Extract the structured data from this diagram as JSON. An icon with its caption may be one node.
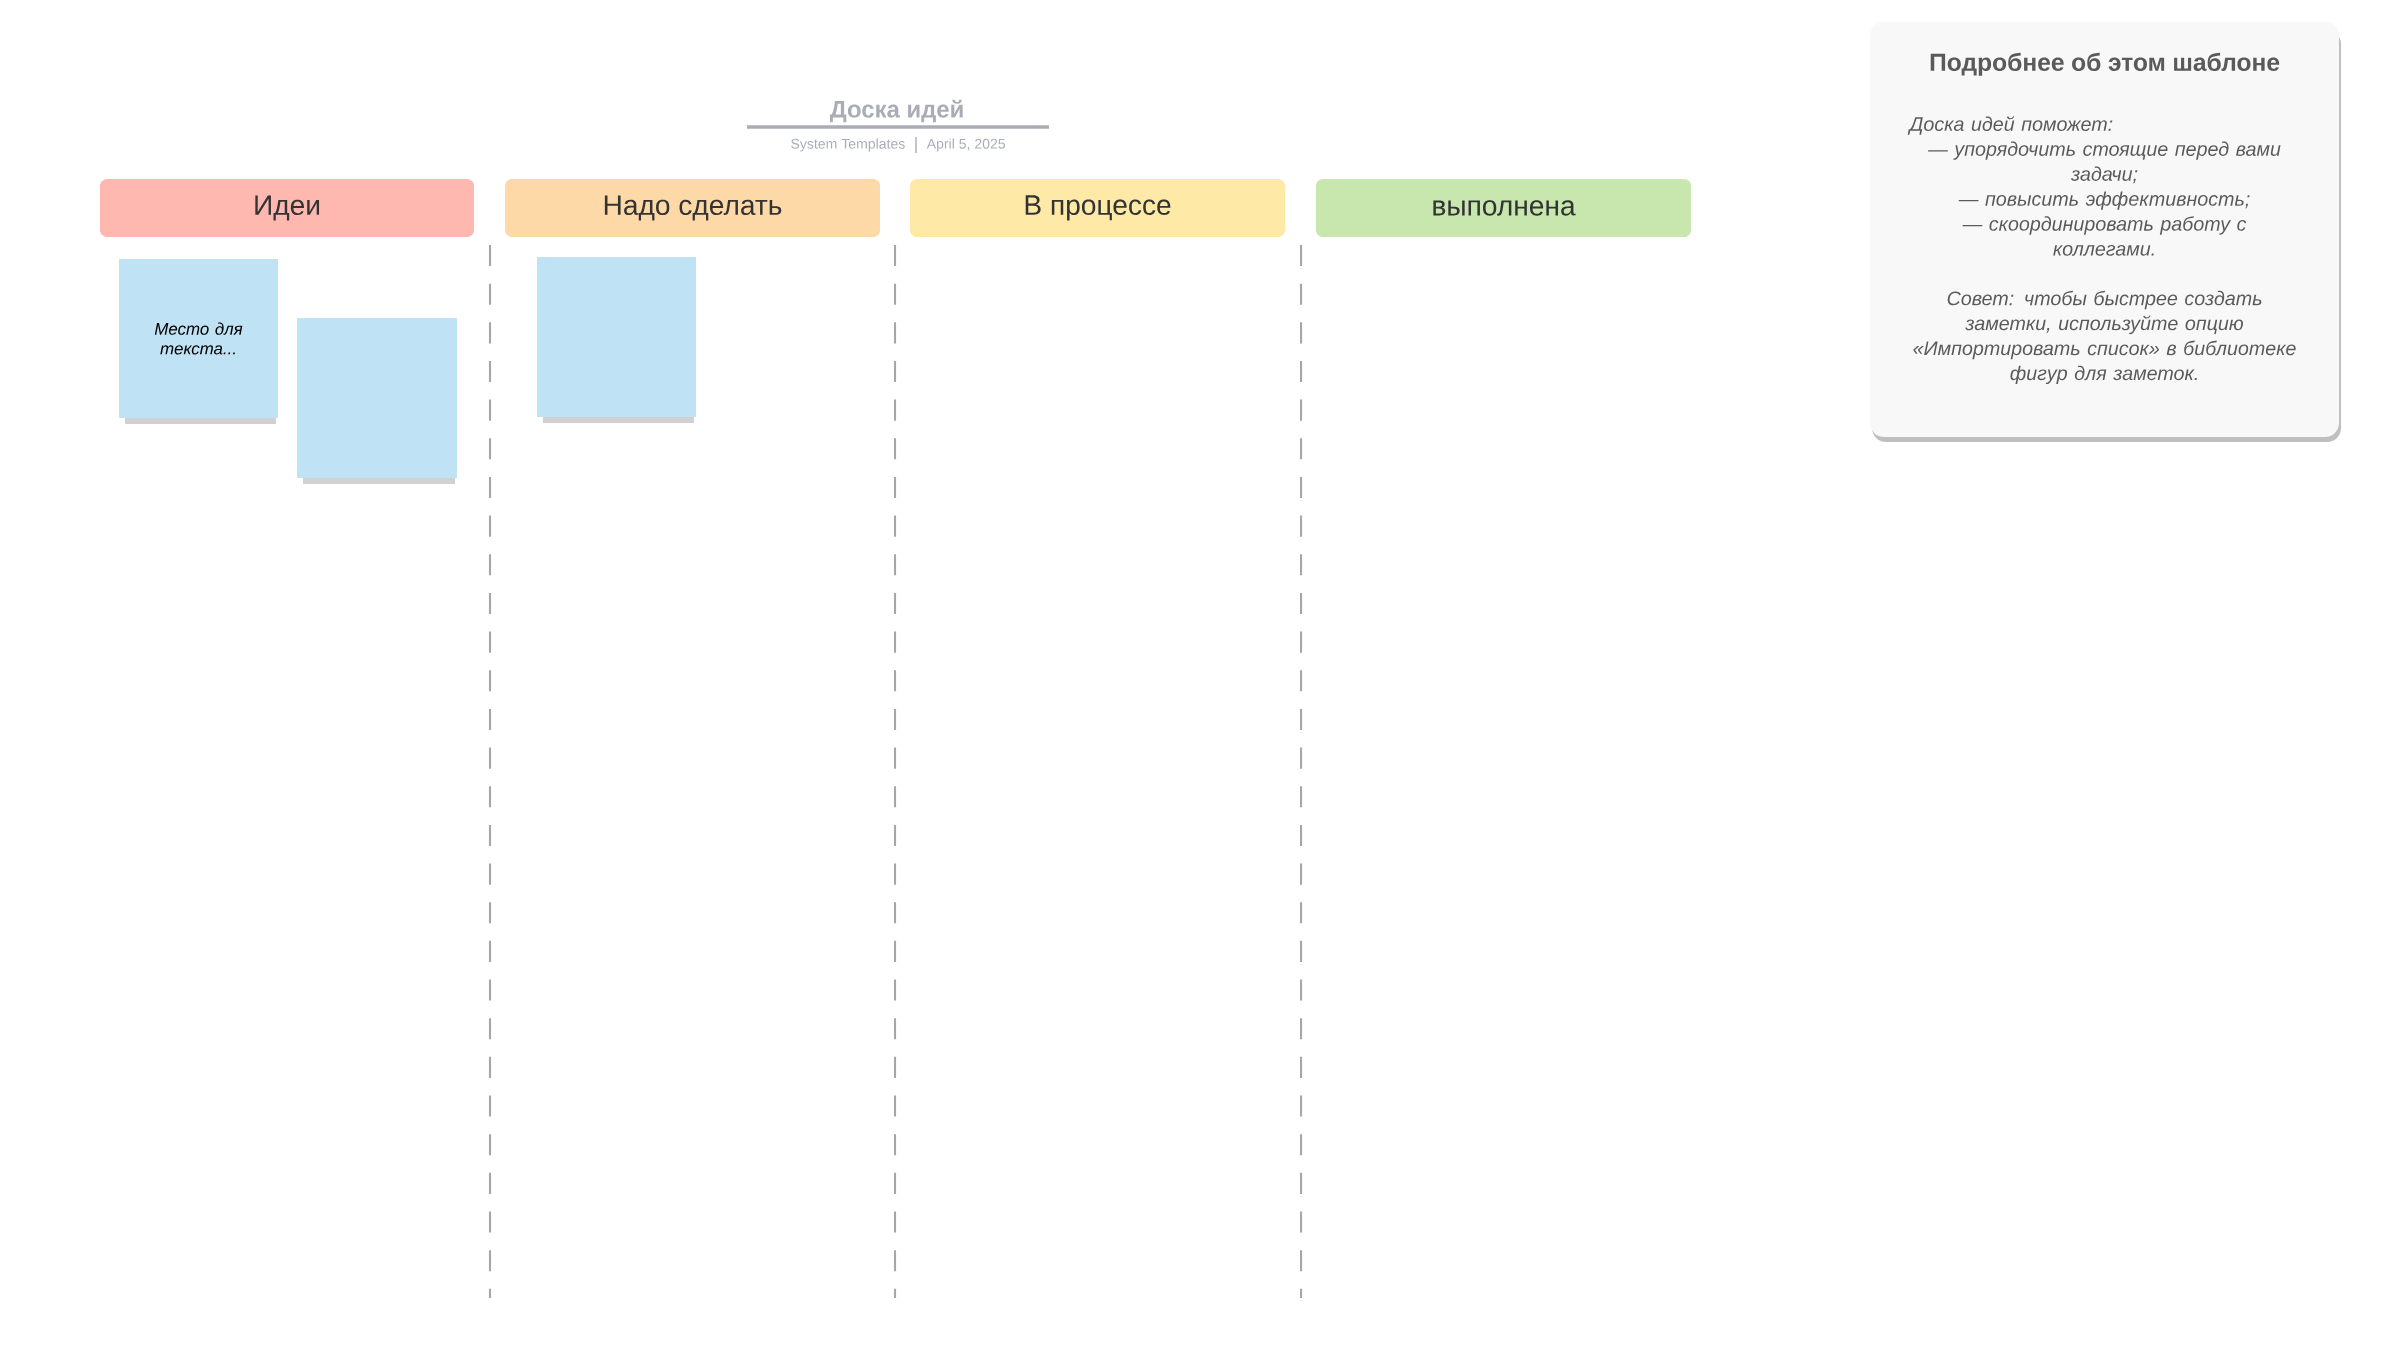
{
  "diagram": {
    "title": "Доска идей",
    "nodes": [
      {
        "text": [
          "Идеи"
        ]
      },
      {
        "text": [
          "Надо сделать"
        ]
      },
      {
        "text": [
          "В процессе"
        ]
      },
      {
        "text": [
          "выполнена"
        ]
      },
      {
        "text": [
          "Место для текста..."
        ]
      },
      {
        "text": [],
        "shape": "box"
      },
      {
        "text": [],
        "shape": "box"
      },
      {
        "text": [
          "Подробнее об этом шаблоне",
          "Доска идей поможет:",
          "— упорядочить стоящие перед вами задачи;",
          "— повысить эффективность;",
          "— скоординировать работу с коллегами.",
          "Совет: чтобы быстрее создать заметки, используйте опцию «Импортировать список» в библиотеке фигур для заметок."
        ]
      }
    ],
    "edges": [],
    "labels": [
      "System Templates",
      "April 5, 2025"
    ]
  }
}
